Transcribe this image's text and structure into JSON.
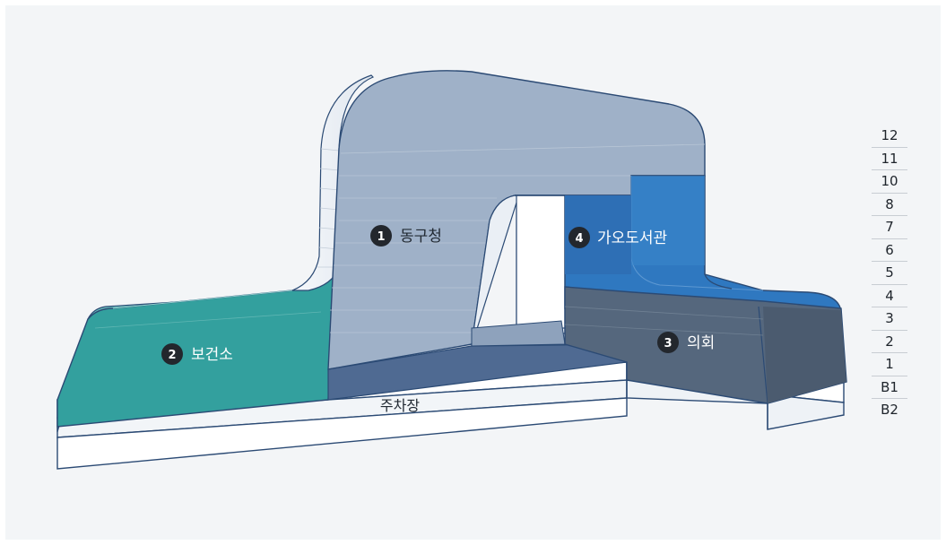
{
  "zones": [
    {
      "number": "1",
      "name": "동구청"
    },
    {
      "number": "2",
      "name": "보건소"
    },
    {
      "number": "3",
      "name": "의회"
    },
    {
      "number": "4",
      "name": "가오도서관"
    }
  ],
  "parking_label": "주차장",
  "floors": [
    "12",
    "11",
    "10",
    "8",
    "7",
    "6",
    "5",
    "4",
    "3",
    "2",
    "1",
    "B1",
    "B2"
  ],
  "colors": {
    "city_hall": "#97aac3",
    "health_center": "#2e9a99",
    "council": "#4a5d72",
    "library": "#2f72b8",
    "parking": "#f4f6f9",
    "side_faces": "#e8edf3",
    "outline": "#2b4a74",
    "background": "#f3f5f7"
  }
}
